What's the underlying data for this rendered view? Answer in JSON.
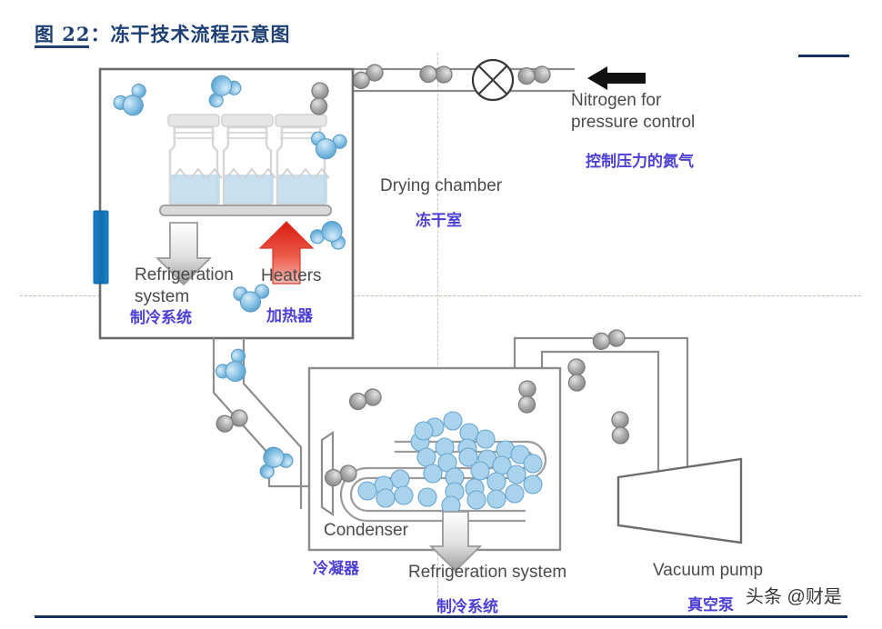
{
  "header": {
    "figure_title": "图 22：冻干技术流程示意图"
  },
  "diagram": {
    "labels": {
      "nitrogen_en_line1": "Nitrogen for",
      "nitrogen_en_line2": "pressure control",
      "nitrogen_cn": "控制压力的氮气",
      "drying_chamber_en": "Drying chamber",
      "drying_chamber_cn": "冻干室",
      "refrigeration_system_en": "Refrigeration system",
      "refrigeration_system_cn": "制冷系统",
      "heaters_en": "Heaters",
      "heaters_cn": "加热器",
      "condenser_en": "Condenser",
      "condenser_cn": "冷凝器",
      "condenser_refrigeration_en": "Refrigeration system",
      "condenser_refrigeration_cn": "制冷系统",
      "vacuum_pump_en": "Vacuum pump",
      "vacuum_pump_cn": "真空泵"
    },
    "icons": {
      "valve": "valve-cross-icon",
      "inlet_arrow": "nitrogen-inlet-arrow-icon",
      "cooling_arrow": "refrigeration-down-arrow-icon",
      "heating_arrow": "heater-up-arrow-icon",
      "condenser_cooling_arrow": "condenser-refrigeration-down-arrow-icon",
      "nitrogen_molecule": "nitrogen-molecule-icon",
      "water_molecule": "water-molecule-icon",
      "vial": "vial-icon",
      "shelf": "shelf-icon",
      "coil": "condenser-coil-icon",
      "pump_body": "vacuum-pump-icon",
      "baffle": "condenser-baffle-icon",
      "heat_exchanger_bar": "chamber-cooling-bar-icon"
    },
    "counts": {
      "vials": 3,
      "valves": 1,
      "vacuum_pumps": 1
    }
  },
  "colors": {
    "title_blue": "#1d3f73",
    "rule_navy": "#16305c",
    "label_cn_purple": "#4b3fd6",
    "label_en_grey": "#4a4a4a",
    "line_grey": "#757575",
    "ice_blue": "#bcd9ec",
    "water_molecule_blue": "#77b7e0",
    "nitrogen_molecule_grey": "#9a9a9a",
    "heater_red": "#e02020",
    "cooling_bar_blue": "#1878be",
    "guide_dotted": "#c9c0b4"
  },
  "watermark": {
    "text": "头条 @财是"
  }
}
